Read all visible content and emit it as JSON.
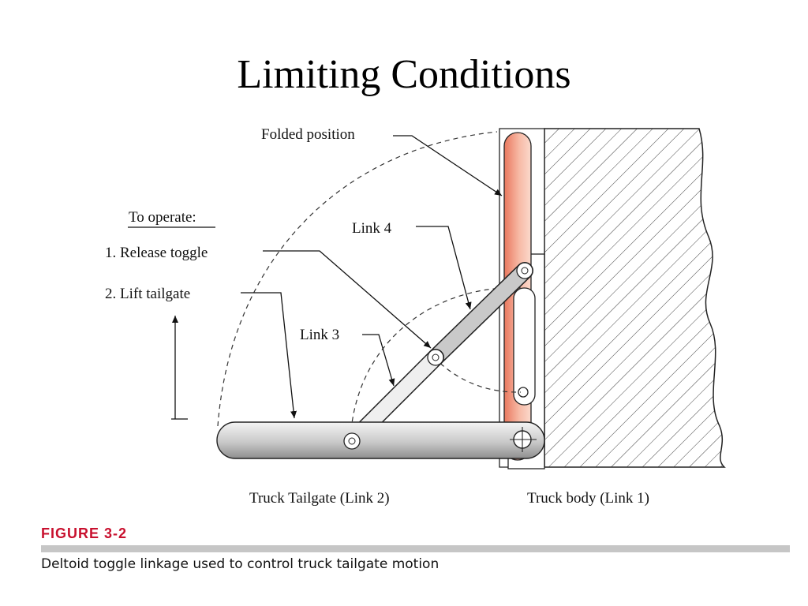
{
  "title": "Limiting Conditions",
  "labels": {
    "folded_position": "Folded position",
    "to_operate": "To operate:",
    "step1": "1.  Release toggle",
    "step2": "2.  Lift tailgate",
    "link4": "Link 4",
    "link3": "Link 3",
    "tailgate": "Truck Tailgate (Link 2)",
    "body": "Truck body (Link 1)"
  },
  "figure": {
    "number": "FIGURE 3-2",
    "caption": "Deltoid toggle linkage used to control truck tailgate motion"
  },
  "colors": {
    "folded_link": "#f2a58f",
    "figure_number": "#c8102e",
    "link_gray": "#bdbdbd"
  }
}
